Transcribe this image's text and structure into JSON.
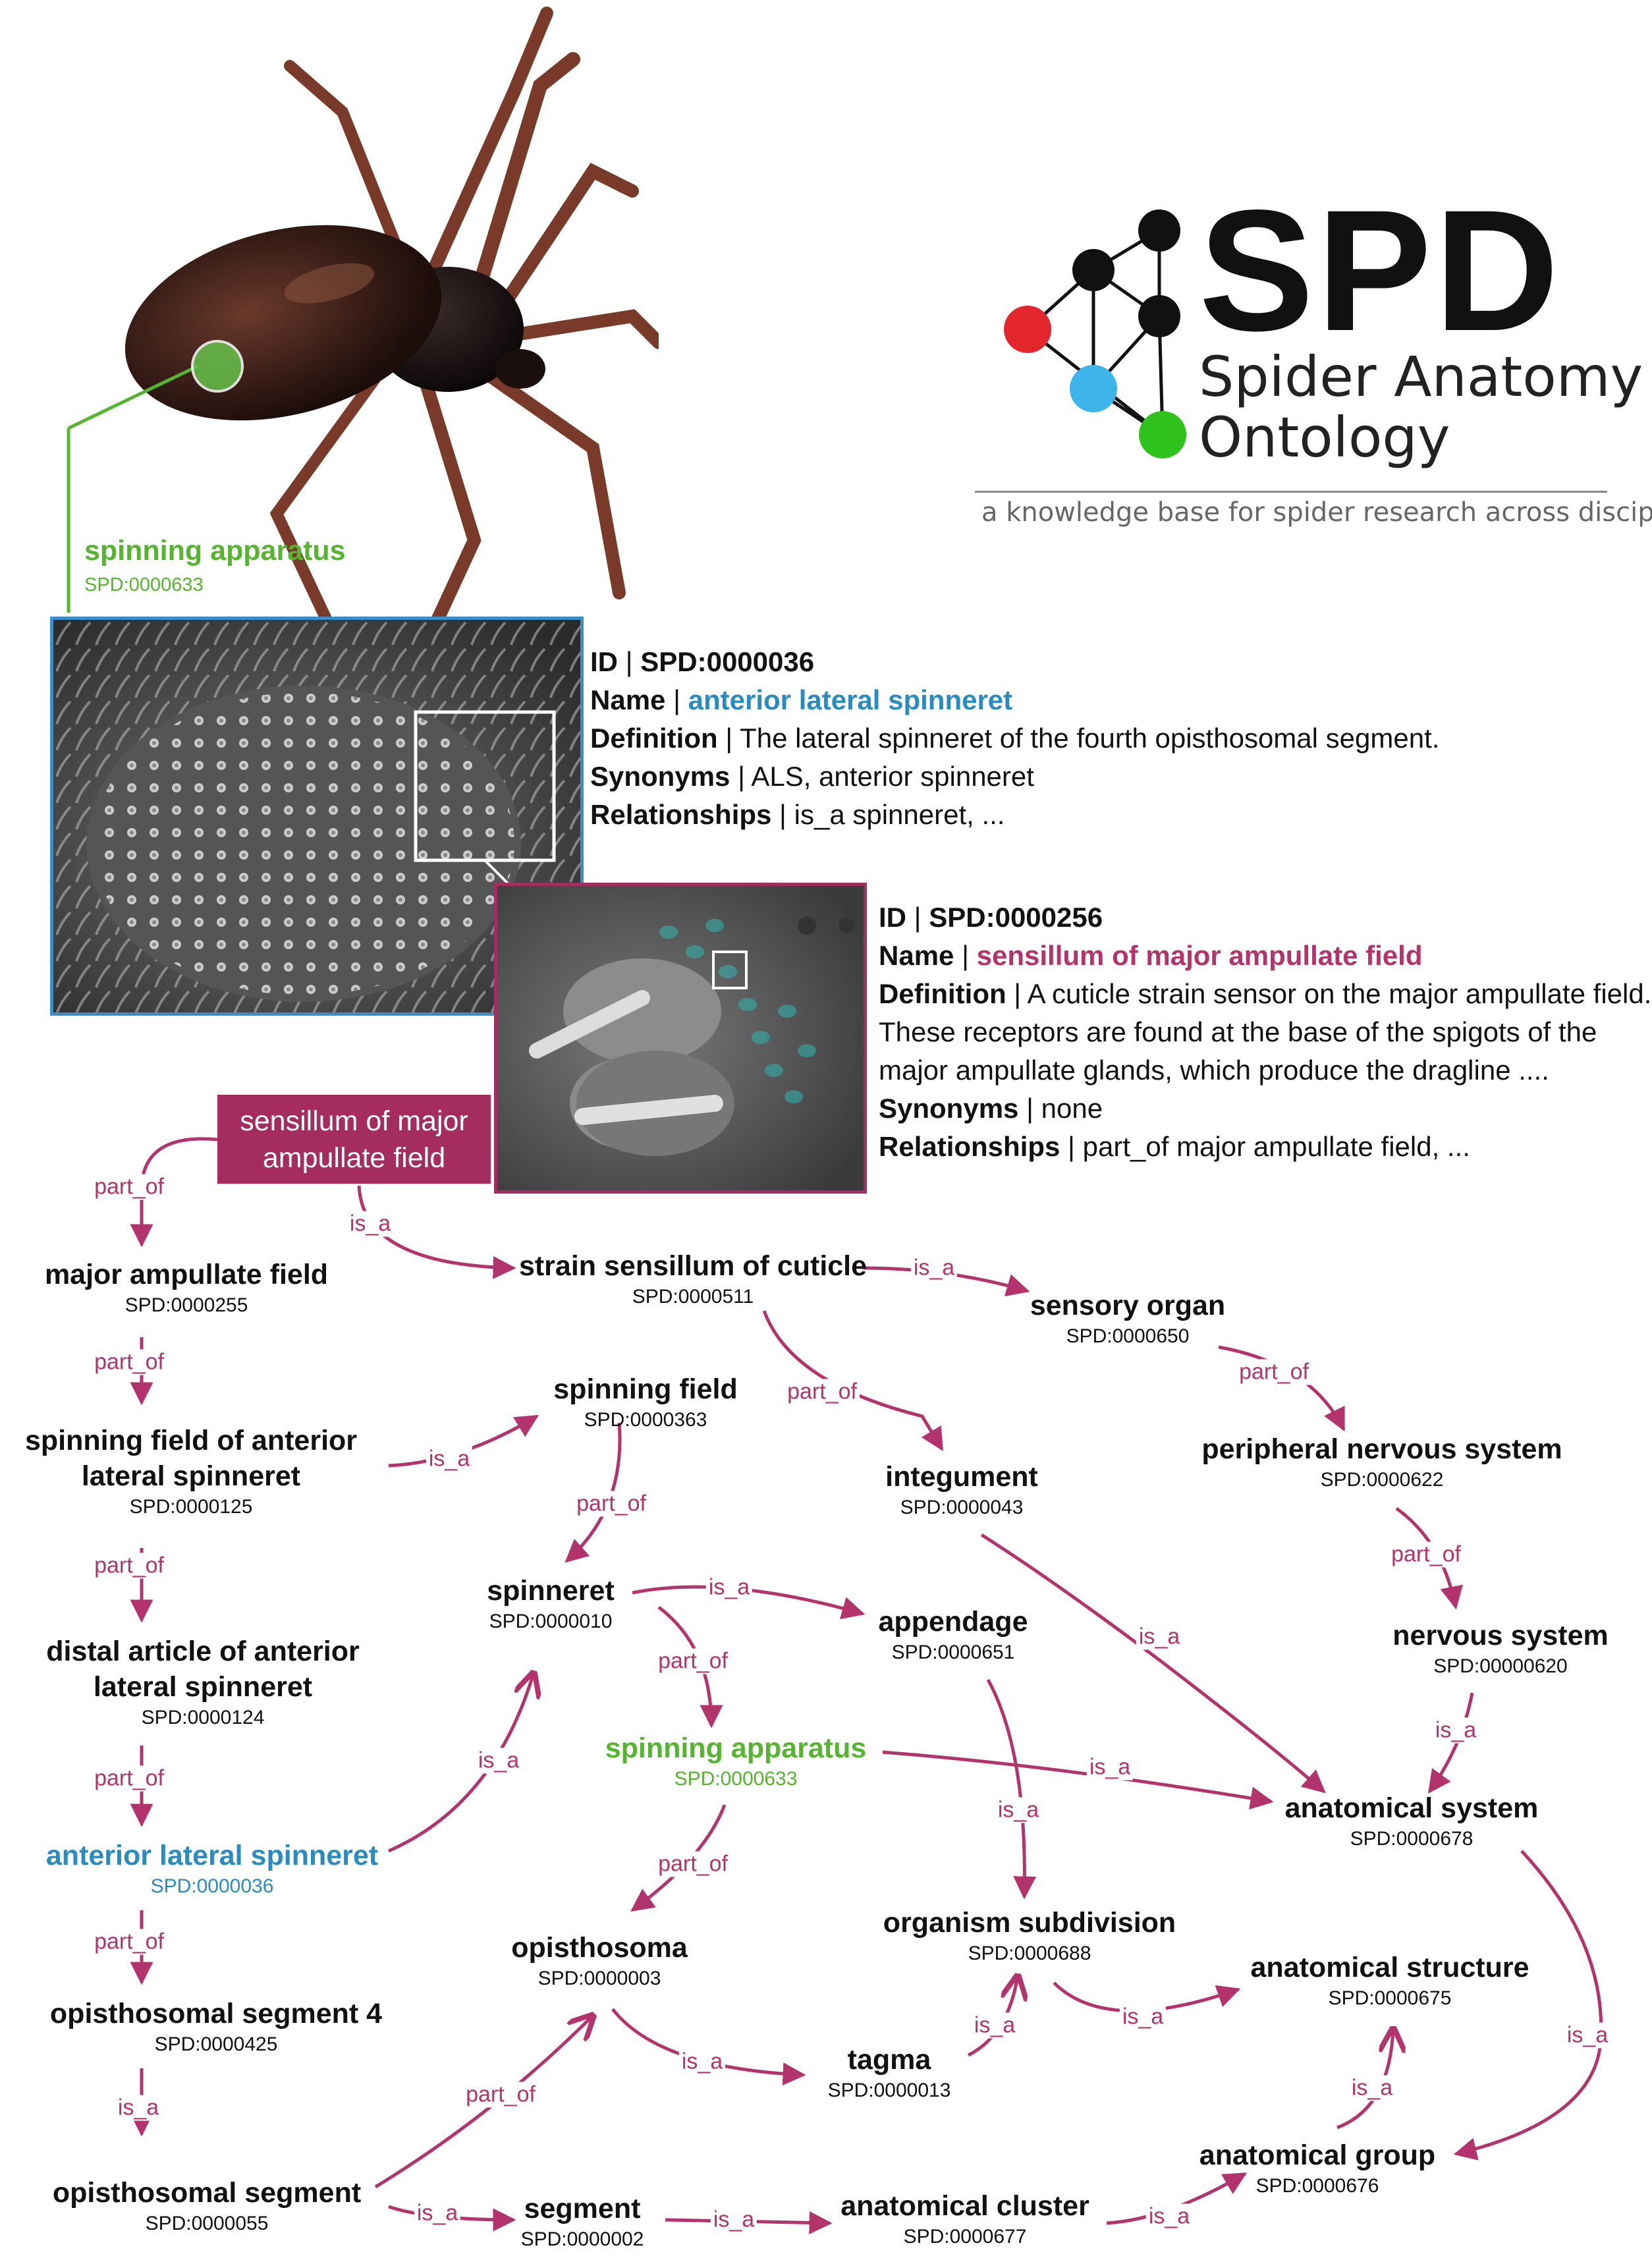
{
  "logo": {
    "title": "SPD",
    "subtitle_line1": "Spider Anatomy",
    "subtitle_line2": "Ontology",
    "tagline": "a knowledge base for spider research across disciplines"
  },
  "callout": {
    "label": "spinning apparatus",
    "id": "SPD:0000633"
  },
  "info_box_1": {
    "id_label": "ID",
    "id_value": "SPD:0000036",
    "name_label": "Name",
    "name_value": "anterior lateral spinneret",
    "definition_label": "Definition",
    "definition_value": "The lateral spinneret of the fourth opisthosomal segment.",
    "synonyms_label": "Synonyms",
    "synonyms_value": "ALS, anterior spinneret",
    "relationships_label": "Relationships",
    "relationships_value": "is_a spinneret, ..."
  },
  "info_box_2": {
    "id_label": "ID",
    "id_value": "SPD:0000256",
    "name_label": "Name",
    "name_value": "sensillum of major ampullate field",
    "definition_label": "Definition",
    "definition_line1": "A cuticle strain sensor on the major ampullate field.",
    "definition_line2": "These receptors are found at the base of the spigots of the",
    "definition_line3": "major ampullate glands, which produce the dragline ....",
    "synonyms_label": "Synonyms",
    "synonyms_value": "none",
    "relationships_label": "Relationships",
    "relationships_value": "part_of major ampullate field, ..."
  },
  "start_box": {
    "line1": "sensillum of major",
    "line2": "ampullate field"
  },
  "nodes": {
    "major_ampullate_field": {
      "name": "major ampullate field",
      "id": "SPD:0000255"
    },
    "spinning_field_als": {
      "name1": "spinning field of anterior",
      "name2": "lateral spinneret",
      "id": "SPD:0000125"
    },
    "distal_article_als": {
      "name1": "distal article of anterior",
      "name2": "lateral spinneret",
      "id": "SPD:0000124"
    },
    "anterior_lateral_spinneret": {
      "name": "anterior lateral spinneret",
      "id": "SPD:0000036"
    },
    "opisthosomal_segment_4": {
      "name": "opisthosomal segment 4",
      "id": "SPD:0000425"
    },
    "opisthosomal_segment": {
      "name": "opisthosomal segment",
      "id": "SPD:0000055"
    },
    "strain_sensillum": {
      "name": "strain sensillum of cuticle",
      "id": "SPD:0000511"
    },
    "sensory_organ": {
      "name": "sensory organ",
      "id": "SPD:0000650"
    },
    "spinning_field": {
      "name": "spinning field",
      "id": "SPD:0000363"
    },
    "integument": {
      "name": "integument",
      "id": "SPD:0000043"
    },
    "peripheral_nervous_system": {
      "name": "peripheral nervous system",
      "id": "SPD:0000622"
    },
    "spinneret": {
      "name": "spinneret",
      "id": "SPD:0000010"
    },
    "appendage": {
      "name": "appendage",
      "id": "SPD:0000651"
    },
    "nervous_system": {
      "name": "nervous system",
      "id": "SPD:00000620"
    },
    "spinning_apparatus": {
      "name": "spinning apparatus",
      "id": "SPD:0000633"
    },
    "anatomical_system": {
      "name": "anatomical system",
      "id": "SPD:0000678"
    },
    "opisthosoma": {
      "name": "opisthosoma",
      "id": "SPD:0000003"
    },
    "organism_subdivision": {
      "name": "organism subdivision",
      "id": "SPD:0000688"
    },
    "anatomical_structure": {
      "name": "anatomical structure",
      "id": "SPD:0000675"
    },
    "tagma": {
      "name": "tagma",
      "id": "SPD:0000013"
    },
    "anatomical_group": {
      "name": "anatomical group",
      "id": "SPD:0000676"
    },
    "segment": {
      "name": "segment",
      "id": "SPD:0000002"
    },
    "anatomical_cluster": {
      "name": "anatomical cluster",
      "id": "SPD:0000677"
    }
  },
  "relations": {
    "part_of": "part_of",
    "is_a": "is_a"
  },
  "colors": {
    "relation": "#b3336c",
    "start_box": "#a52c5f",
    "blue_highlight": "#2a8bc0",
    "green_highlight": "#56b52f",
    "logo_red": "#e3262d",
    "logo_blue": "#3db4ea",
    "logo_green": "#2fc21c"
  }
}
